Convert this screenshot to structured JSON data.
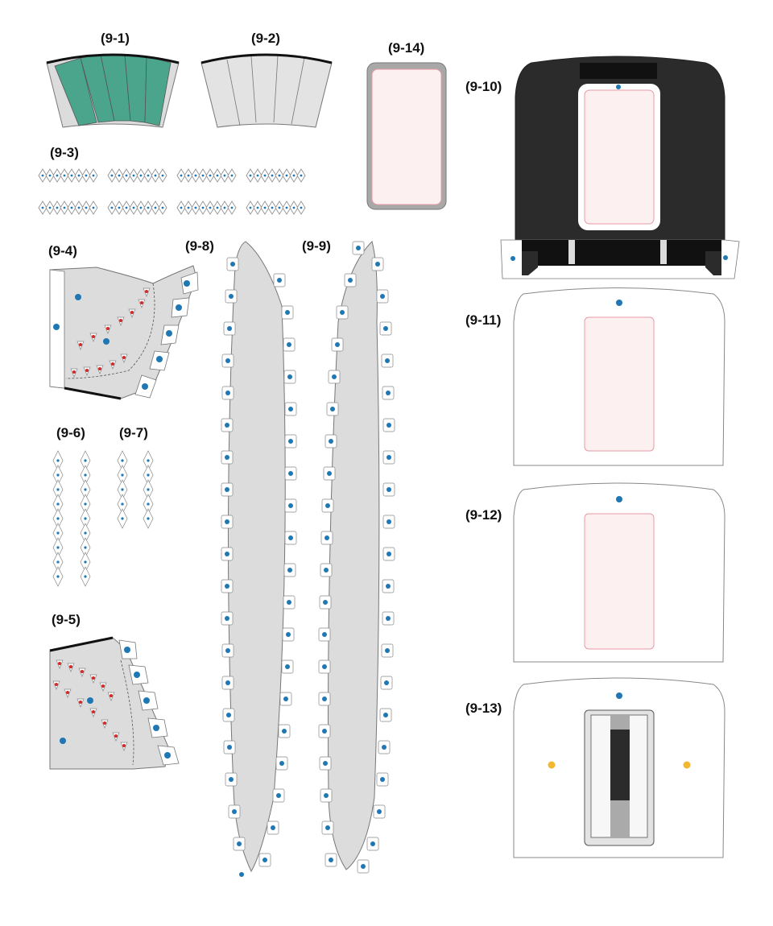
{
  "labels": {
    "p9_1": "(9-1)",
    "p9_2": "(9-2)",
    "p9_3": "(9-3)",
    "p9_4": "(9-4)",
    "p9_5": "(9-5)",
    "p9_6": "(9-6)",
    "p9_7": "(9-7)",
    "p9_8": "(9-8)",
    "p9_9": "(9-9)",
    "p9_10": "(9-10)",
    "p9_11": "(9-11)",
    "p9_12": "(9-12)",
    "p9_13": "(9-13)",
    "p9_14": "(9-14)"
  },
  "colors": {
    "background": "#ffffff",
    "part_gray": "#dcdcdc",
    "outline": "#777777",
    "teal": "#4aa58c",
    "glue_dot": "#1f77b4",
    "red_dot": "#d62728",
    "yellow_dot": "#f2b830",
    "dark_body": "#2b2b2b",
    "window_pink": "#fdf0f1",
    "window_edge": "#e89aa3",
    "black_edge": "#111111"
  }
}
